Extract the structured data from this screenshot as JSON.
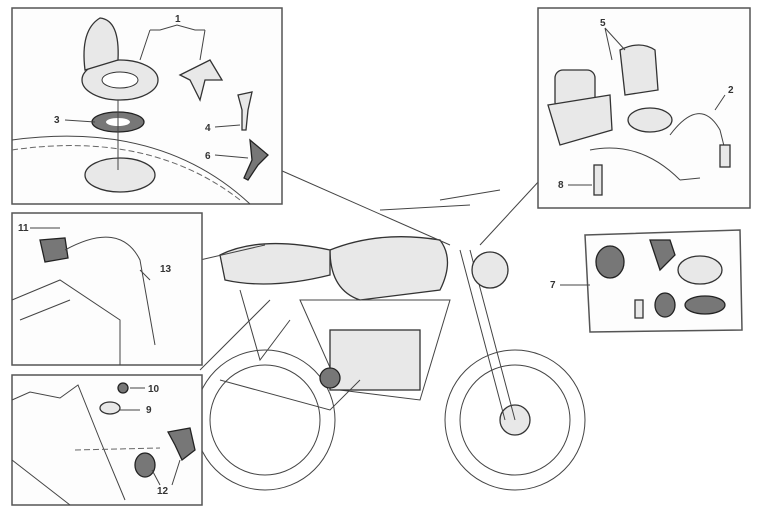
{
  "diagram": {
    "panels": {
      "fuel_cap": {
        "labels": [
          "1",
          "3",
          "4",
          "6"
        ]
      },
      "ignition_switch": {
        "labels": [
          "5",
          "2",
          "8"
        ]
      },
      "kit": {
        "labels": [
          "7"
        ]
      },
      "seat_lock": {
        "labels": [
          "11",
          "13"
        ]
      },
      "lock_cylinder": {
        "labels": [
          "10",
          "9",
          "12"
        ]
      }
    }
  }
}
